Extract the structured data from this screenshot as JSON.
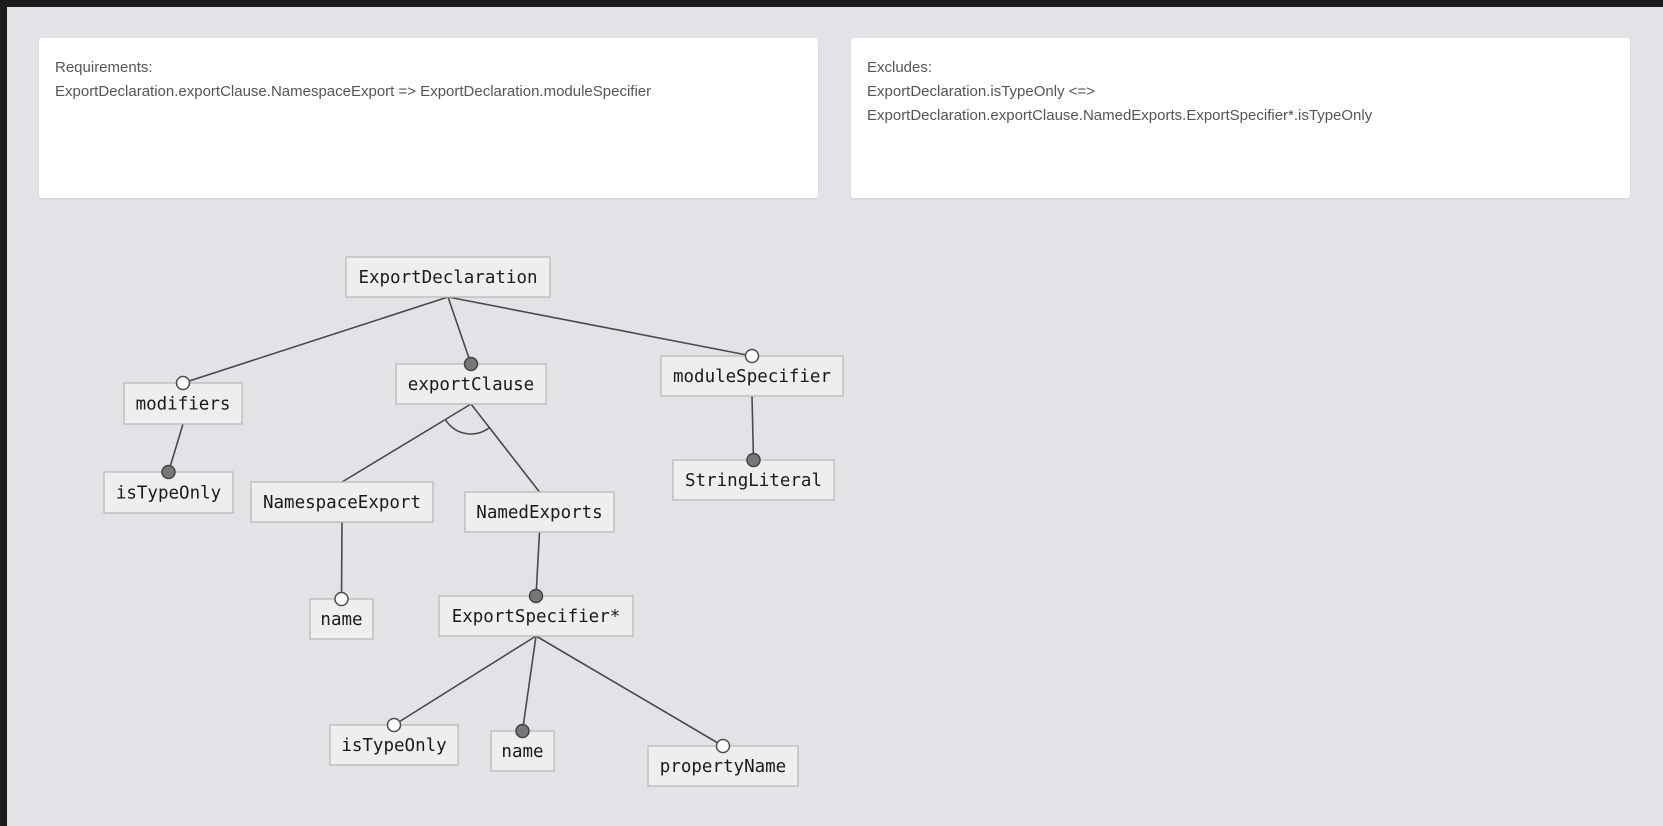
{
  "requirements": {
    "heading": "Requirements:",
    "lines": [
      "ExportDeclaration.exportClause.NamespaceExport => ExportDeclaration.moduleSpecifier"
    ]
  },
  "excludes": {
    "heading": "Excludes:",
    "lines": [
      "ExportDeclaration.isTypeOnly <=>",
      "ExportDeclaration.exportClause.NamedExports.ExportSpecifier*.isTypeOnly"
    ]
  },
  "feature_model": {
    "nodes": [
      {
        "id": "export-declaration",
        "label": "ExportDeclaration"
      },
      {
        "id": "modifiers",
        "label": "modifiers"
      },
      {
        "id": "modifiers-is-type-only",
        "label": "isTypeOnly"
      },
      {
        "id": "export-clause",
        "label": "exportClause"
      },
      {
        "id": "namespace-export",
        "label": "NamespaceExport"
      },
      {
        "id": "namespace-export-name",
        "label": "name"
      },
      {
        "id": "named-exports",
        "label": "NamedExports"
      },
      {
        "id": "export-specifier",
        "label": "ExportSpecifier*"
      },
      {
        "id": "specifier-is-type-only",
        "label": "isTypeOnly"
      },
      {
        "id": "specifier-name",
        "label": "name"
      },
      {
        "id": "property-name",
        "label": "propertyName"
      },
      {
        "id": "module-specifier",
        "label": "moduleSpecifier"
      },
      {
        "id": "string-literal",
        "label": "StringLiteral"
      }
    ],
    "edges": [
      {
        "parent": "export-declaration",
        "child": "modifiers",
        "kind": "optional"
      },
      {
        "parent": "export-declaration",
        "child": "export-clause",
        "kind": "mandatory"
      },
      {
        "parent": "export-declaration",
        "child": "module-specifier",
        "kind": "optional"
      },
      {
        "parent": "modifiers",
        "child": "modifiers-is-type-only",
        "kind": "mandatory"
      },
      {
        "parent": "export-clause",
        "child": "namespace-export",
        "kind": "alternative"
      },
      {
        "parent": "export-clause",
        "child": "named-exports",
        "kind": "alternative"
      },
      {
        "parent": "namespace-export",
        "child": "namespace-export-name",
        "kind": "optional"
      },
      {
        "parent": "named-exports",
        "child": "export-specifier",
        "kind": "mandatory"
      },
      {
        "parent": "export-specifier",
        "child": "specifier-is-type-only",
        "kind": "optional"
      },
      {
        "parent": "export-specifier",
        "child": "specifier-name",
        "kind": "mandatory"
      },
      {
        "parent": "export-specifier",
        "child": "property-name",
        "kind": "optional"
      },
      {
        "parent": "module-specifier",
        "child": "string-literal",
        "kind": "mandatory"
      }
    ]
  }
}
